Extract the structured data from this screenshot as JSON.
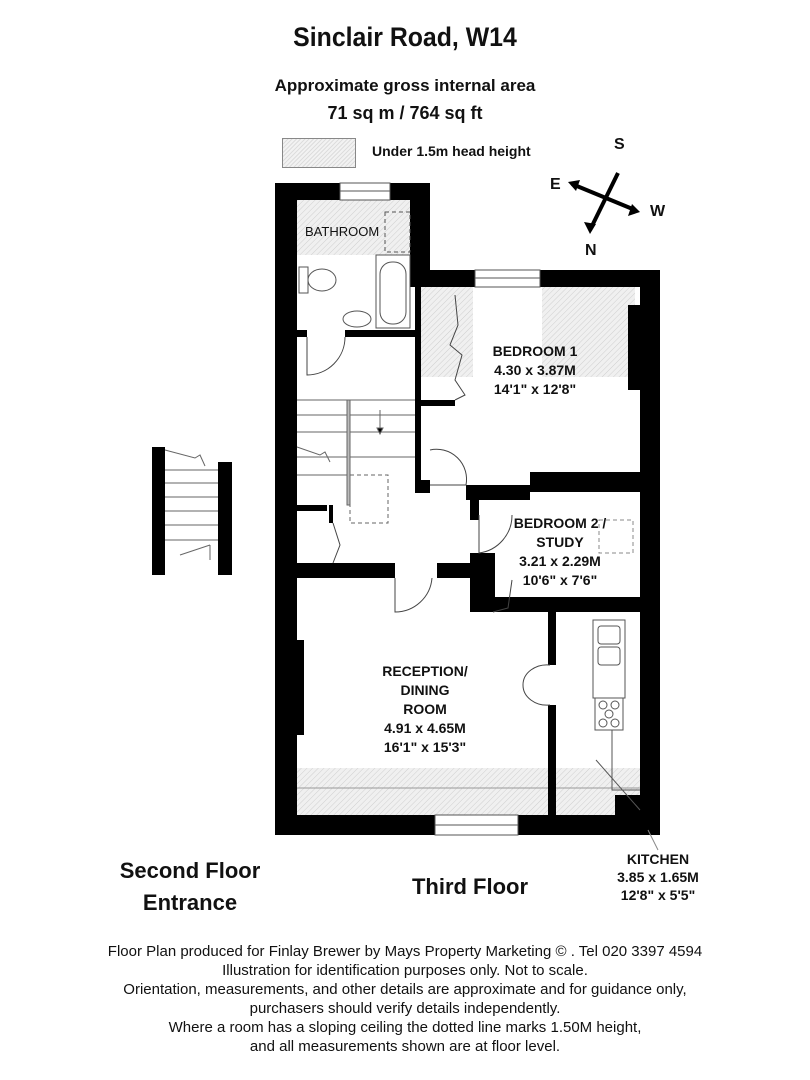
{
  "header": {
    "title": "Sinclair Road, W14",
    "area_label": "Approximate gross internal area",
    "area_value": "71 sq m  /  764 sq ft",
    "legend_label": "Under 1.5m head height"
  },
  "compass": {
    "s": "S",
    "e": "E",
    "w": "W",
    "n": "N"
  },
  "rooms": {
    "bathroom": {
      "name": "BATHROOM"
    },
    "bedroom1": {
      "name": "BEDROOM 1",
      "metric": "4.30 x 3.87M",
      "imperial": "14'1\" x 12'8\""
    },
    "bedroom2": {
      "name": "BEDROOM 2 /",
      "name2": "STUDY",
      "metric": "3.21 x 2.29M",
      "imperial": "10'6\" x 7'6\""
    },
    "reception": {
      "name": "RECEPTION/",
      "name2": "DINING",
      "name3": "ROOM",
      "metric": "4.91 x 4.65M",
      "imperial": "16'1\" x 15'3\""
    },
    "kitchen": {
      "name": "KITCHEN",
      "metric": "3.85 x 1.65M",
      "imperial": "12'8\" x 5'5\""
    }
  },
  "floors": {
    "second_line1": "Second Floor",
    "second_line2": "Entrance",
    "third": "Third Floor"
  },
  "footer": {
    "lines": [
      "Floor Plan produced for Finlay Brewer by Mays Property Marketing  © . Tel 020 3397 4594",
      "Illustration for identification purposes only. Not to scale.",
      "Orientation, measurements, and other details are approximate and for guidance only,",
      "purchasers should verify details independently.",
      "Where a room has a sloping ceiling the dotted line marks 1.50M height,",
      "and all measurements shown are at floor level."
    ]
  },
  "colors": {
    "wall": "#000000",
    "hatch": "#e6e6e6"
  }
}
